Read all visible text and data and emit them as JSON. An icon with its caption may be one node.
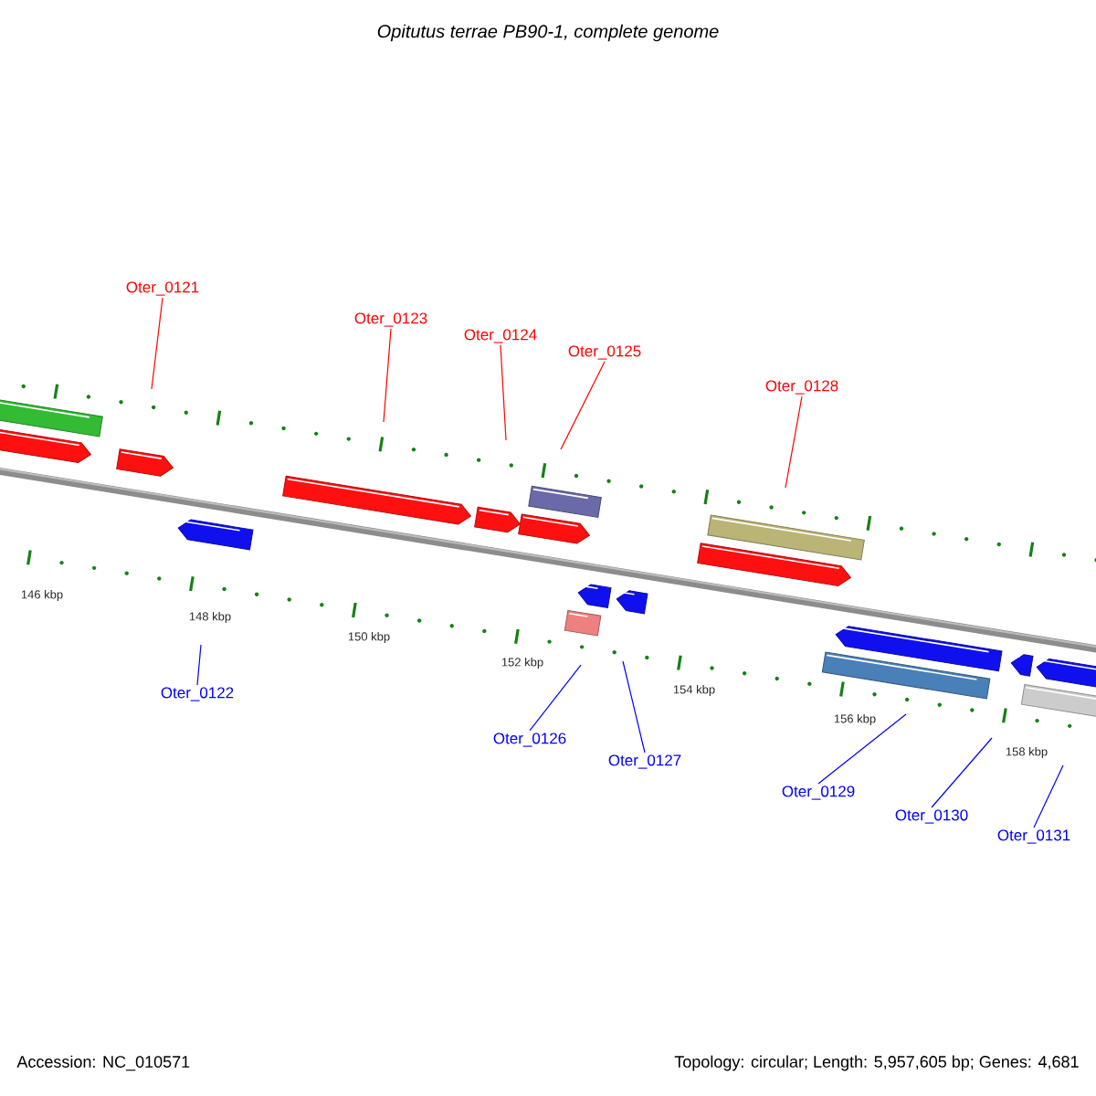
{
  "diagram": {
    "title": "Opitutus terrae PB90-1, complete genome",
    "nodes": [
      {
        "text": [
          "Oter_0121"
        ]
      },
      {
        "text": [
          "Oter_0122"
        ]
      },
      {
        "text": [
          "Oter_0123"
        ]
      },
      {
        "text": [
          "Oter_0124"
        ]
      },
      {
        "text": [
          "Oter_0125"
        ]
      },
      {
        "text": [
          "Oter_0126"
        ]
      },
      {
        "text": [
          "Oter_0127"
        ]
      },
      {
        "text": [
          "Oter_0128"
        ]
      },
      {
        "text": [
          "Oter_0129"
        ]
      },
      {
        "text": [
          "Oter_0130"
        ]
      },
      {
        "text": [
          "Oter_0131"
        ]
      }
    ],
    "edges": [
      {
        "from": 0,
        "to": null,
        "arrow": "none",
        "color": "#ff0000"
      },
      {
        "from": 1,
        "to": null,
        "arrow": "none"
      },
      {
        "from": 2,
        "to": null,
        "arrow": "none",
        "color": "#ff0000"
      },
      {
        "from": 3,
        "to": null,
        "arrow": "none",
        "color": "#ff0000"
      },
      {
        "from": 4,
        "to": null,
        "arrow": "none",
        "color": "#ff0000"
      },
      {
        "from": 5,
        "to": null,
        "arrow": "none"
      },
      {
        "from": 6,
        "to": null,
        "arrow": "none"
      },
      {
        "from": 7,
        "to": null,
        "arrow": "none",
        "color": "#ff0000"
      },
      {
        "from": 8,
        "to": null,
        "arrow": "none"
      },
      {
        "from": 9,
        "to": null,
        "arrow": "none"
      },
      {
        "from": 10,
        "to": null,
        "arrow": "none"
      }
    ],
    "labels": [
      "146 kbp",
      "148 kbp",
      "150 kbp",
      "152 kbp",
      "154 kbp",
      "156 kbp",
      "158 kbp",
      "Accession: NC_010571",
      "Topology: circular; Length: 5,957,605 bp; Genes: 4,681"
    ]
  }
}
